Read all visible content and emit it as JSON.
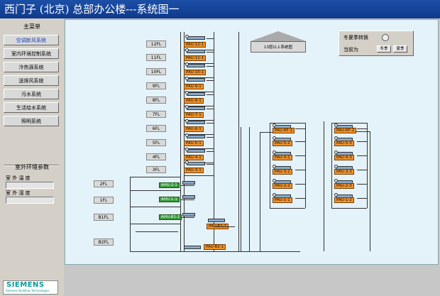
{
  "window": {
    "title": "西门子 (北京) 总部办公楼---系统图一"
  },
  "sidebar": {
    "menu_title": "主菜单",
    "items": [
      {
        "label": "空调新风系统",
        "active": true
      },
      {
        "label": "室内环境控制系统",
        "active": false
      },
      {
        "label": "冷热源系统",
        "active": false
      },
      {
        "label": "送排风系统",
        "active": false
      },
      {
        "label": "污水系统",
        "active": false
      },
      {
        "label": "生活给水系统",
        "active": false
      },
      {
        "label": "照明系统",
        "active": false
      }
    ],
    "outdoor_title": "室外环境参数",
    "outdoor_temp_label": "室 外 温 度",
    "outdoor_humidity_label": "室 外 湿 度",
    "outdoor_temp_value": "",
    "outdoor_humidity_value": ""
  },
  "logo": {
    "brand": "SIEMENS",
    "tagline": "Siemens Building Technologies"
  },
  "diagram": {
    "floors_main": [
      "12FL",
      "11FL",
      "10FL",
      "9FL",
      "8FL",
      "7FL",
      "6FL",
      "5FL",
      "4FL",
      "3FL"
    ],
    "floors_podium": [
      "2FL",
      "1FL",
      "B1FL",
      "B2FL"
    ],
    "pau_main": [
      "PAU-12-1",
      "PAU-11-1",
      "PAU-10-1",
      "PAU-9-1",
      "PAU-8-1",
      "PAU-7-1",
      "PAU-6-1",
      "PAU-5-1",
      "PAU-4-1",
      "PAU-3-1"
    ],
    "ahu_units": [
      "AHU-2-1",
      "AHU-1-1",
      "AHU-B1-1"
    ],
    "pau_lower": [
      "PAU-B1-1",
      "PAU-B2-1"
    ],
    "wing_a_pau": [
      "PAU-RF-1",
      "PAU-5-2",
      "PAU-4-2",
      "PAU-3-2",
      "PAU-2-2",
      "PAU-1-1"
    ],
    "wing_b_pau": [
      "PAU-RF-2",
      "PAU-5-3",
      "PAU-4-3",
      "PAU-3-3",
      "PAU-2-3",
      "PAU-1-2"
    ],
    "note_label": "13层以上系统图",
    "season": {
      "switch_label": "冬夏季转换",
      "current_label": "当前为",
      "winter_label": "冬季",
      "summer_label": "夏季"
    }
  },
  "colors": {
    "title_bar": "#1b4fa6",
    "canvas_bg": "#e4f2fa",
    "pau": "#f0922a",
    "ahu": "#3a9a3a"
  }
}
